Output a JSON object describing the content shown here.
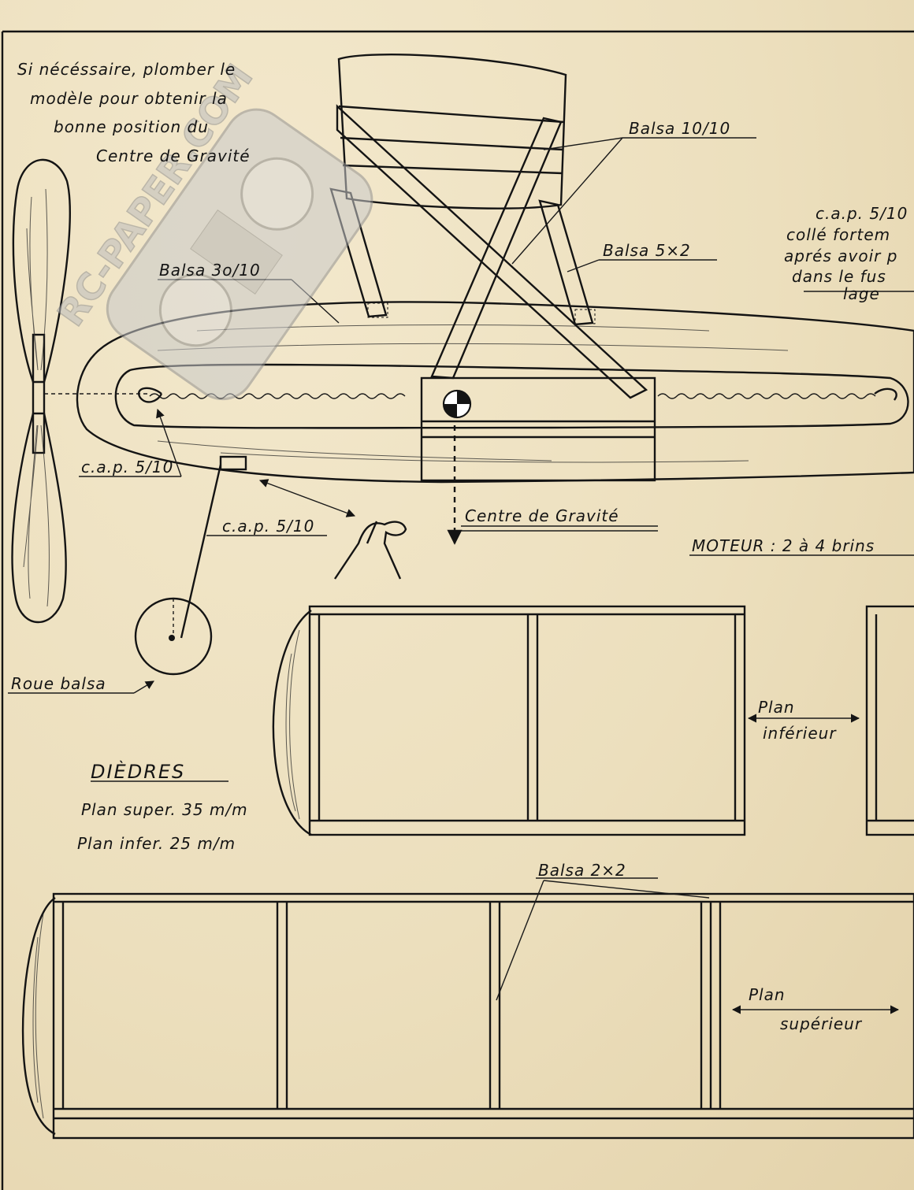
{
  "notes": {
    "lead": [
      "Si nécéssaire, plomber le",
      "modèle pour obtenir la",
      "bonne position du",
      "Centre de Gravité"
    ],
    "cap_right": [
      "c.a.p. 5/10",
      "collé fortem",
      "aprés avoir p",
      "dans le fus",
      "lage"
    ]
  },
  "labels": {
    "balsa_10_10": "Balsa 10/10",
    "balsa_5x2": "Balsa 5×2",
    "balsa_30_10": "Balsa 3o/10",
    "cap_left": "c.a.p. 5/10",
    "cap_wheel": "c.a.p. 5/10",
    "cg": "Centre de Gravité",
    "moteur": "MOTEUR : 2 à 4 brins",
    "roue": "Roue balsa",
    "plan_inf": [
      "Plan",
      "inférieur"
    ],
    "plan_sup": [
      "Plan",
      "supérieur"
    ],
    "balsa_2x2": "Balsa 2×2"
  },
  "diedres": {
    "title": "DIÈDRES",
    "lines": [
      "Plan super. 35 m/m",
      "Plan infer. 25 m/m"
    ]
  },
  "watermark": "RC-PAPER.COM"
}
